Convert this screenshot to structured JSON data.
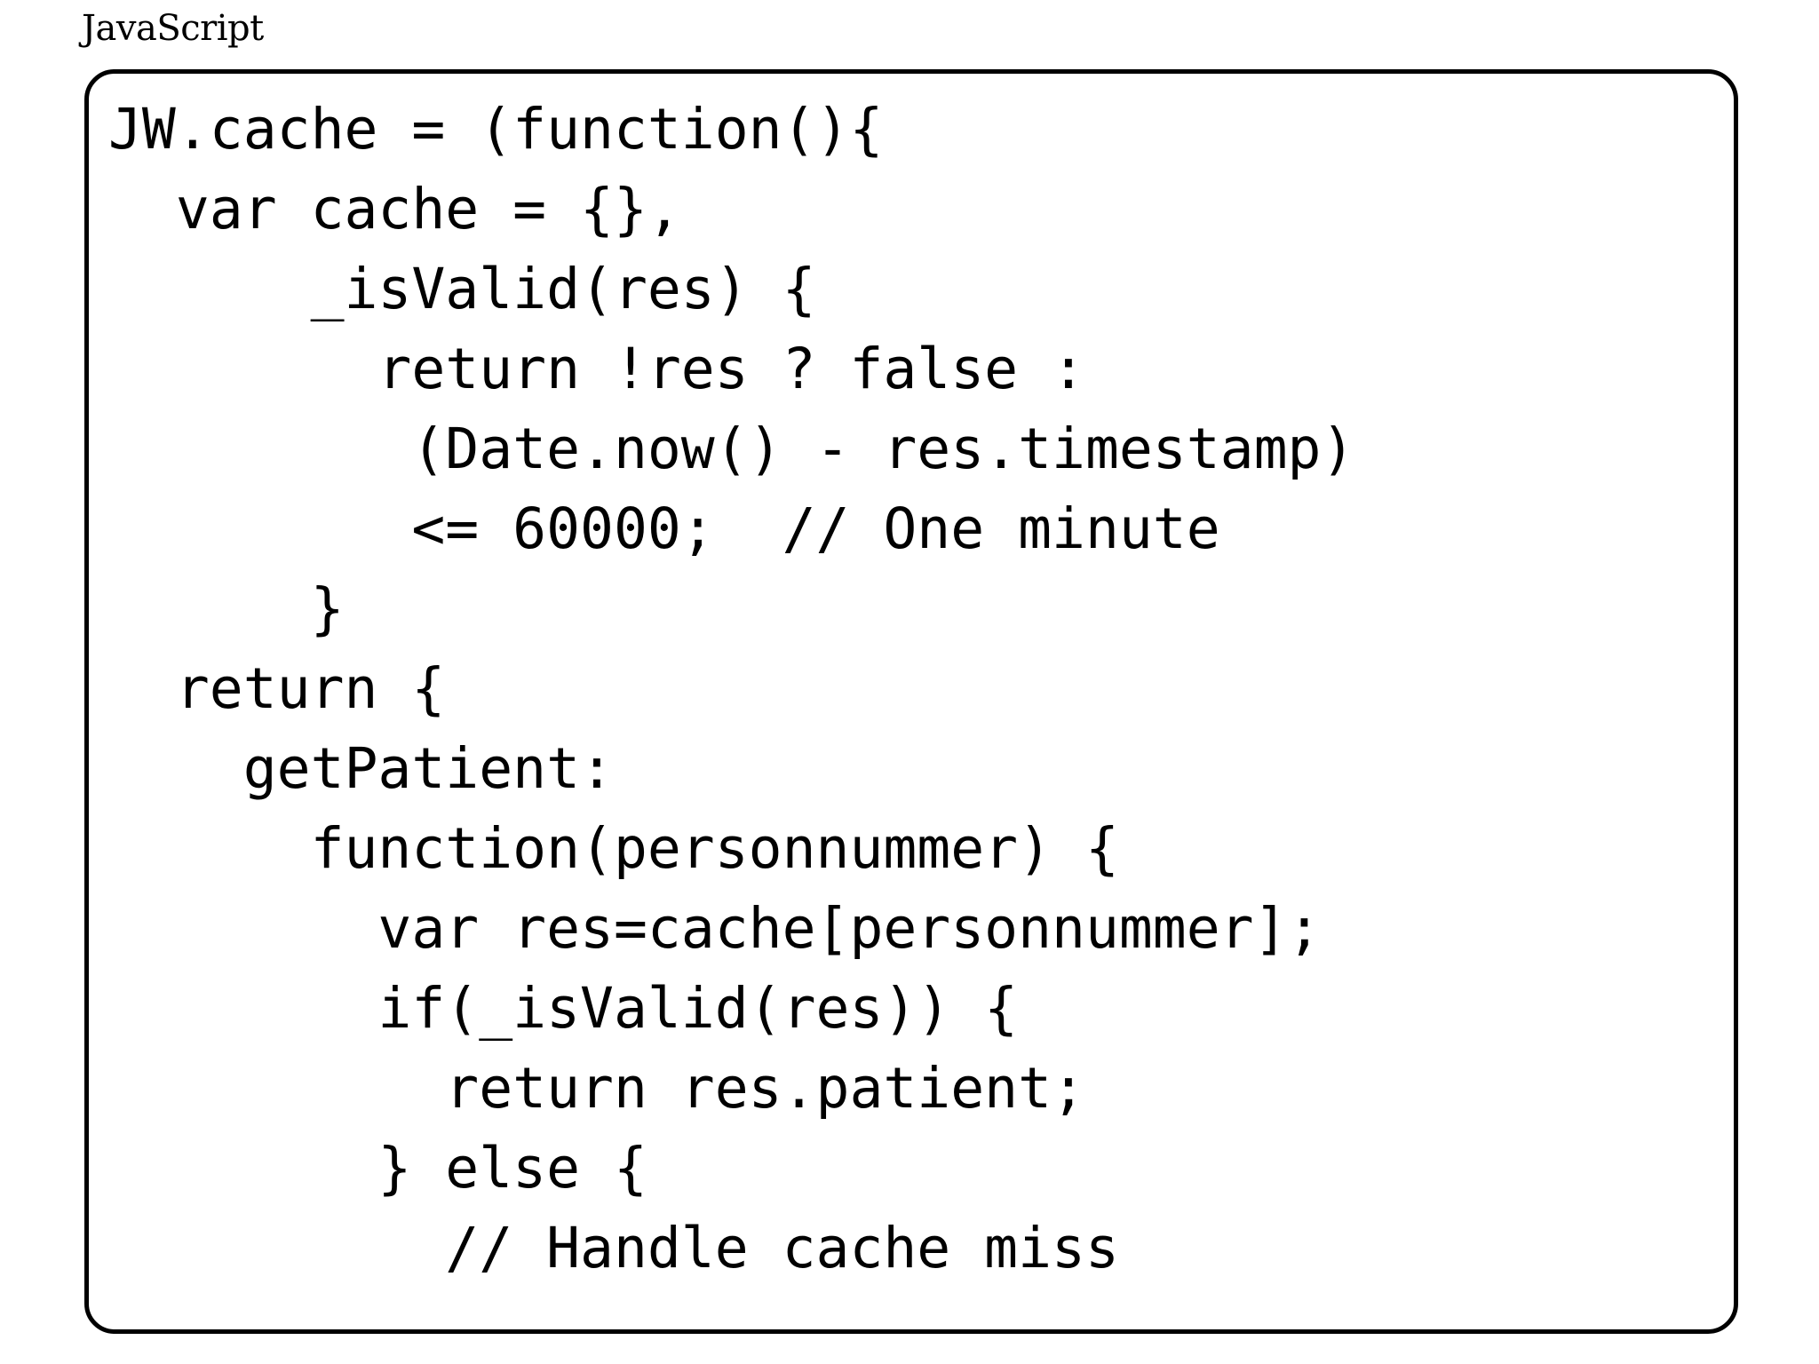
{
  "slide": {
    "language_label": "JavaScript",
    "background_color": "#ffffff",
    "text_color": "#000000",
    "border_color": "#000000"
  },
  "code": {
    "language": "javascript",
    "lines": [
      "JW.cache = (function(){",
      "  var cache = {},",
      "      _isValid(res) {",
      "        return !res ? false :",
      "         (Date.now() - res.timestamp)",
      "         <= 60000;  // One minute",
      "      }",
      "  return {",
      "    getPatient:",
      "      function(personnummer) {",
      "        var res=cache[personnummer];",
      "        if(_isValid(res)) {",
      "          return res.patient;",
      "        } else {",
      "          // Handle cache miss"
    ]
  }
}
